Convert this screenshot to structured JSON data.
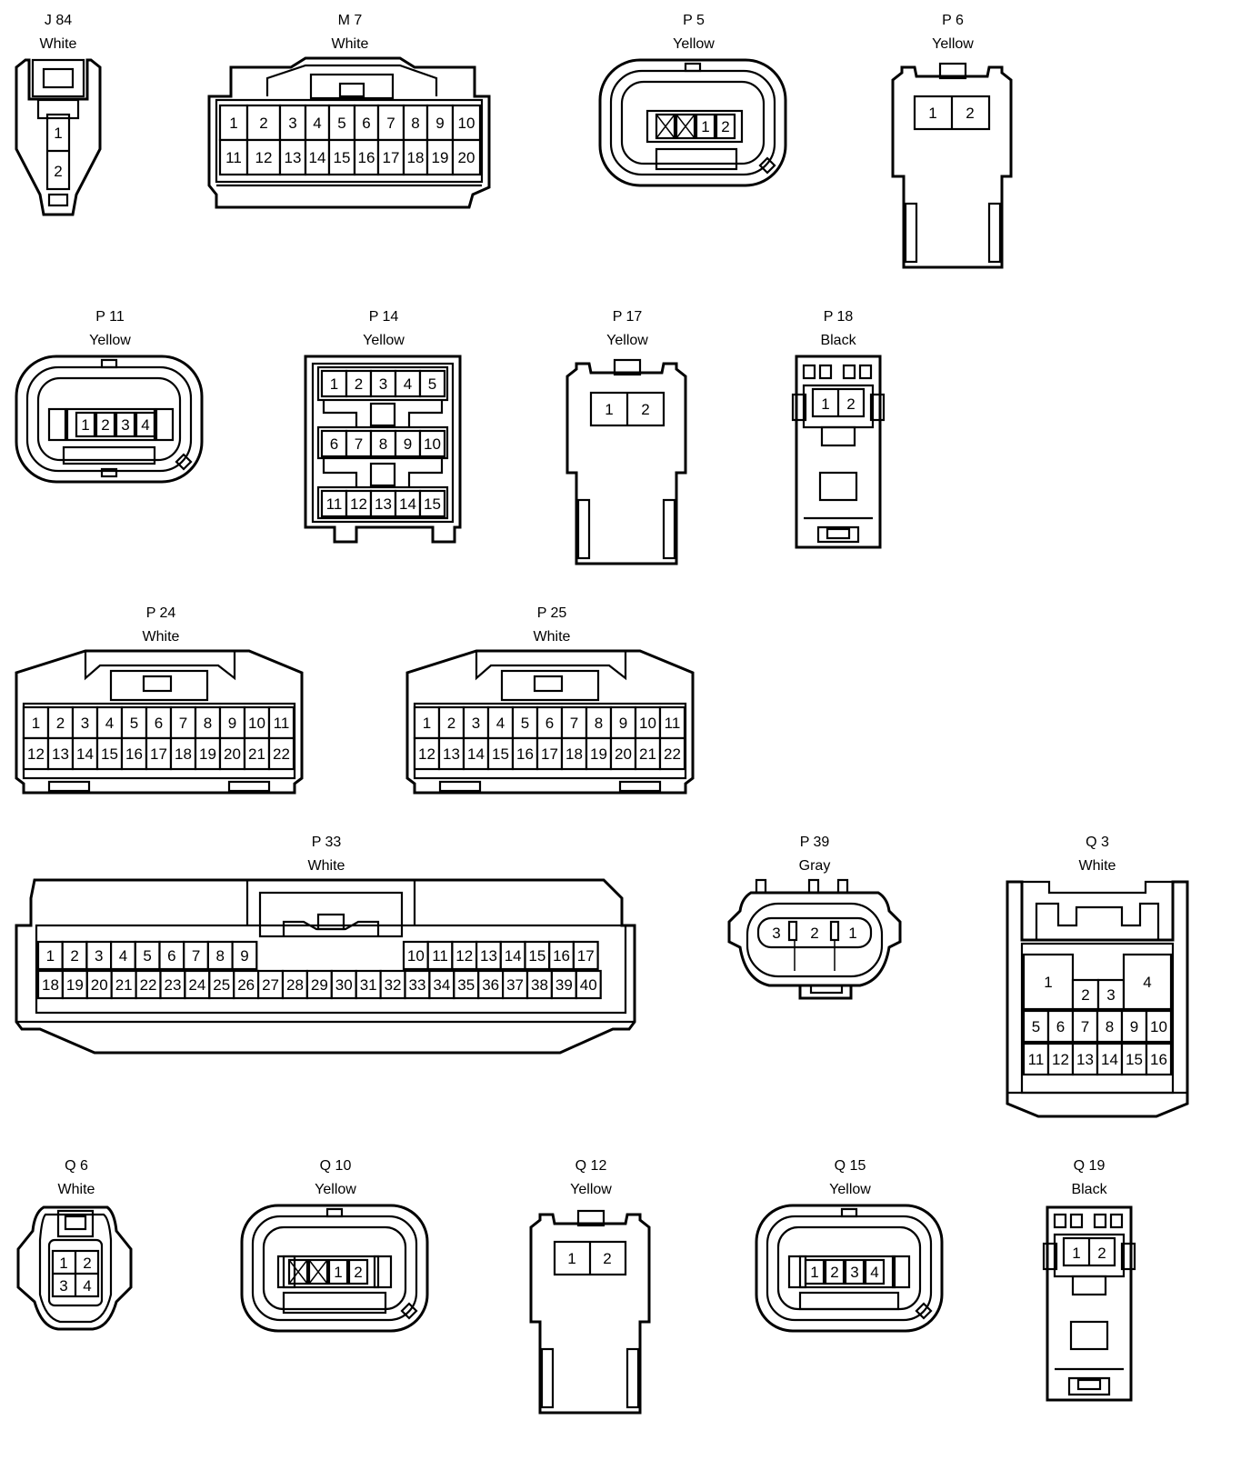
{
  "connectors": [
    {
      "id": "J 84",
      "color": "White",
      "pins": [
        "1",
        "2"
      ]
    },
    {
      "id": "M 7",
      "color": "White",
      "pins": [
        "1",
        "2",
        "3",
        "4",
        "5",
        "6",
        "7",
        "8",
        "9",
        "10",
        "11",
        "12",
        "13",
        "14",
        "15",
        "16",
        "17",
        "18",
        "19",
        "20"
      ]
    },
    {
      "id": "P 5",
      "color": "Yellow",
      "pins": [
        "1",
        "2"
      ]
    },
    {
      "id": "P 6",
      "color": "Yellow",
      "pins": [
        "1",
        "2"
      ]
    },
    {
      "id": "P 11",
      "color": "Yellow",
      "pins": [
        "1",
        "2",
        "3",
        "4"
      ]
    },
    {
      "id": "P 14",
      "color": "Yellow",
      "pins": [
        "1",
        "2",
        "3",
        "4",
        "5",
        "6",
        "7",
        "8",
        "9",
        "10",
        "11",
        "12",
        "13",
        "14",
        "15"
      ]
    },
    {
      "id": "P 17",
      "color": "Yellow",
      "pins": [
        "1",
        "2"
      ]
    },
    {
      "id": "P 18",
      "color": "Black",
      "pins": [
        "1",
        "2"
      ]
    },
    {
      "id": "P 24",
      "color": "White",
      "pins": [
        "1",
        "2",
        "3",
        "4",
        "5",
        "6",
        "7",
        "8",
        "9",
        "10",
        "11",
        "12",
        "13",
        "14",
        "15",
        "16",
        "17",
        "18",
        "19",
        "20",
        "21",
        "22"
      ]
    },
    {
      "id": "P 25",
      "color": "White",
      "pins": [
        "1",
        "2",
        "3",
        "4",
        "5",
        "6",
        "7",
        "8",
        "9",
        "10",
        "11",
        "12",
        "13",
        "14",
        "15",
        "16",
        "17",
        "18",
        "19",
        "20",
        "21",
        "22"
      ]
    },
    {
      "id": "P 33",
      "color": "White",
      "pins": [
        "1",
        "2",
        "3",
        "4",
        "5",
        "6",
        "7",
        "8",
        "9",
        "10",
        "11",
        "12",
        "13",
        "14",
        "15",
        "16",
        "17",
        "18",
        "19",
        "20",
        "21",
        "22",
        "23",
        "24",
        "25",
        "26",
        "27",
        "28",
        "29",
        "30",
        "31",
        "32",
        "33",
        "34",
        "35",
        "36",
        "37",
        "38",
        "39",
        "40"
      ]
    },
    {
      "id": "P 39",
      "color": "Gray",
      "pins": [
        "3",
        "2",
        "1"
      ]
    },
    {
      "id": "Q 3",
      "color": "White",
      "pins": [
        "1",
        "2",
        "3",
        "4",
        "5",
        "6",
        "7",
        "8",
        "9",
        "10",
        "11",
        "12",
        "13",
        "14",
        "15",
        "16"
      ]
    },
    {
      "id": "Q 6",
      "color": "White",
      "pins": [
        "1",
        "2",
        "3",
        "4"
      ]
    },
    {
      "id": "Q 10",
      "color": "Yellow",
      "pins": [
        "1",
        "2"
      ]
    },
    {
      "id": "Q 12",
      "color": "Yellow",
      "pins": [
        "1",
        "2"
      ]
    },
    {
      "id": "Q 15",
      "color": "Yellow",
      "pins": [
        "1",
        "2",
        "3",
        "4"
      ]
    },
    {
      "id": "Q 19",
      "color": "Black",
      "pins": [
        "1",
        "2"
      ]
    }
  ]
}
